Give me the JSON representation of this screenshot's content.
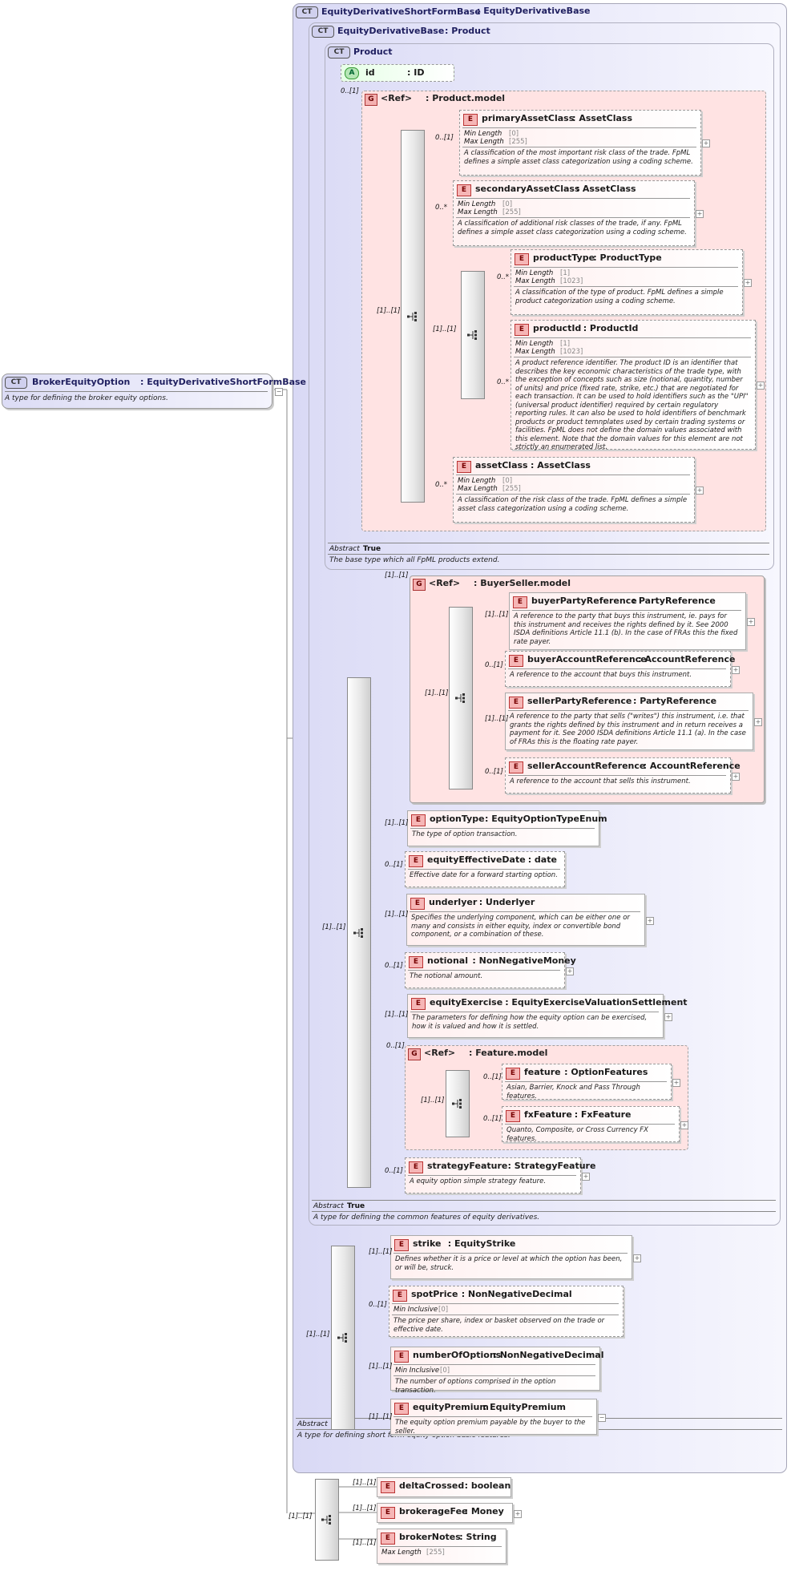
{
  "root": {
    "badge": "CT",
    "name": "BrokerEquityOption",
    "type": "EquityDerivativeShortFormBase",
    "description": "A type for defining the broker equity options."
  },
  "ct_shortform": {
    "badge": "CT",
    "name": "EquityDerivativeShortFormBase",
    "base": "EquityDerivativeBase",
    "abstract_label": "Abstract",
    "abstract_value": "True",
    "description": "A type for defining short form equity option basic features."
  },
  "ct_derivbase": {
    "badge": "CT",
    "name": "EquityDerivativeBase",
    "base": "Product",
    "abstract_label": "Abstract",
    "abstract_value": "True",
    "description": "A type for defining the common features of equity derivatives."
  },
  "ct_product": {
    "badge": "CT",
    "name": "Product",
    "abstract_label": "Abstract",
    "abstract_value": "True",
    "description": "The base type which all FpML products extend."
  },
  "attr_id": {
    "badge": "A",
    "name": "id",
    "type": ": ID"
  },
  "grp_product": {
    "badge": "G",
    "ref": "<Ref>",
    "name": ": Product.model",
    "cardinality": "0..[1]"
  },
  "grp_buyerseller": {
    "badge": "G",
    "ref": "<Ref>",
    "name": ": BuyerSeller.model",
    "cardinality": "[1]..[1]"
  },
  "grp_feature": {
    "badge": "G",
    "ref": "<Ref>",
    "name": ": Feature.model",
    "cardinality": "0..[1]"
  },
  "elements": {
    "primaryAssetClass": {
      "badge": "E",
      "name": "primaryAssetClass",
      "type": ": AssetClass",
      "card": "0..[1]",
      "facets": [
        [
          "Min Length",
          "[0]"
        ],
        [
          "Max Length",
          "[255]"
        ]
      ],
      "desc": "A classification of the most important risk class of the trade. FpML defines a simple asset class categorization using a coding scheme."
    },
    "secondaryAssetClass": {
      "badge": "E",
      "name": "secondaryAssetClass",
      "type": ": AssetClass",
      "card": "0..*",
      "facets": [
        [
          "Min Length",
          "[0]"
        ],
        [
          "Max Length",
          "[255]"
        ]
      ],
      "desc": "A classification of additional risk classes of the trade, if any. FpML defines a simple asset class categorization using a coding scheme."
    },
    "productType": {
      "badge": "E",
      "name": "productType",
      "type": ": ProductType",
      "card": "0..*",
      "facets": [
        [
          "Min Length",
          "[1]"
        ],
        [
          "Max Length",
          "[1023]"
        ]
      ],
      "desc": "A classification of the type of product. FpML defines a simple product categorization using a coding scheme."
    },
    "productId": {
      "badge": "E",
      "name": "productId",
      "type": ": ProductId",
      "card": "0..*",
      "facets": [
        [
          "Min Length",
          "[1]"
        ],
        [
          "Max Length",
          "[1023]"
        ]
      ],
      "desc": "A product reference identifier. The product ID is an identifier that describes the key economic characteristics of the trade type, with the exception of concepts such as size (notional, quantity, number of units) and price (fixed rate, strike, etc.) that are negotiated for each transaction. It can be used to hold identifiers such as the \"UPI\" (universal product identifier) required by certain regulatory reporting rules. It can also be used to hold identifiers of benchmark products or product temnplates used by certain trading systems or facilities. FpML does not define the domain values associated with this element. Note that the domain values for this element are not strictly an enumerated list."
    },
    "assetClass": {
      "badge": "E",
      "name": "assetClass",
      "type": ": AssetClass",
      "card": "0..*",
      "facets": [
        [
          "Min Length",
          "[0]"
        ],
        [
          "Max Length",
          "[255]"
        ]
      ],
      "desc": "A classification of the risk class of the trade. FpML defines a simple asset class categorization using a coding scheme."
    },
    "buyerPartyReference": {
      "badge": "E",
      "name": "buyerPartyReference",
      "type": ": PartyReference",
      "card": "[1]..[1]",
      "desc": "A reference to the party that buys this instrument, ie. pays for this instrument and receives the rights defined by it. See 2000 ISDA definitions Article 11.1 (b). In the case of FRAs this the fixed rate payer."
    },
    "buyerAccountReference": {
      "badge": "E",
      "name": "buyerAccountReference",
      "type": ": AccountReference",
      "card": "0..[1]",
      "desc": "A reference to the account that buys this instrument."
    },
    "sellerPartyReference": {
      "badge": "E",
      "name": "sellerPartyReference",
      "type": ": PartyReference",
      "card": "[1]..[1]",
      "desc": "A reference to the party that sells (\"writes\") this instrument, i.e. that grants the rights defined by this instrument and in return receives a payment for it. See 2000 ISDA definitions Article 11.1 (a). In the case of FRAs this is the floating rate payer."
    },
    "sellerAccountReference": {
      "badge": "E",
      "name": "sellerAccountReference",
      "type": ": AccountReference",
      "card": "0..[1]",
      "desc": "A reference to the account that sells this instrument."
    },
    "optionType": {
      "badge": "E",
      "name": "optionType",
      "type": ": EquityOptionTypeEnum",
      "card": "[1]..[1]",
      "desc": "The type of option transaction."
    },
    "equityEffectiveDate": {
      "badge": "E",
      "name": "equityEffectiveDate",
      "type": ": date",
      "card": "0..[1]",
      "desc": "Effective date for a forward starting option."
    },
    "underlyer": {
      "badge": "E",
      "name": "underlyer",
      "type": ": Underlyer",
      "card": "[1]..[1]",
      "desc": "Specifies the underlying component, which can be either one or many and consists in either equity, index or convertible bond component, or a combination of these."
    },
    "notional": {
      "badge": "E",
      "name": "notional",
      "type": ": NonNegativeMoney",
      "card": "0..[1]",
      "desc": "The notional amount."
    },
    "equityExercise": {
      "badge": "E",
      "name": "equityExercise",
      "type": ": EquityExerciseValuationSettlement",
      "card": "[1]..[1]",
      "desc": "The parameters for defining how the equity option can be exercised, how it is valued and how it is settled."
    },
    "feature": {
      "badge": "E",
      "name": "feature",
      "type": ": OptionFeatures",
      "card": "0..[1]",
      "desc": "Asian, Barrier, Knock and Pass Through features."
    },
    "fxFeature": {
      "badge": "E",
      "name": "fxFeature",
      "type": ": FxFeature",
      "card": "0..[1]",
      "desc": "Quanto, Composite, or Cross Currency FX features."
    },
    "strategyFeature": {
      "badge": "E",
      "name": "strategyFeature",
      "type": ": StrategyFeature",
      "card": "0..[1]",
      "desc": "A equity option simple strategy feature."
    },
    "strike": {
      "badge": "E",
      "name": "strike",
      "type": ": EquityStrike",
      "card": "[1]..[1]",
      "desc": "Defines whether it is a price or level at which the option has been, or will be, struck."
    },
    "spotPrice": {
      "badge": "E",
      "name": "spotPrice",
      "type": ": NonNegativeDecimal",
      "card": "0..[1]",
      "facets": [
        [
          "Min Inclusive",
          "[0]"
        ]
      ],
      "desc": "The price per share, index or basket observed on the trade or effective date."
    },
    "numberOfOptions": {
      "badge": "E",
      "name": "numberOfOptions",
      "type": ": NonNegativeDecimal",
      "card": "[1]..[1]",
      "facets": [
        [
          "Min Inclusive",
          "[0]"
        ]
      ],
      "desc": "The number of options comprised in the option transaction."
    },
    "equityPremium": {
      "badge": "E",
      "name": "equityPremium",
      "type": ": EquityPremium",
      "card": "[1]..[1]",
      "desc": "The equity option premium payable by the buyer to the seller."
    },
    "deltaCrossed": {
      "badge": "E",
      "name": "deltaCrossed",
      "type": ": boolean",
      "card": "[1]..[1]"
    },
    "brokerageFee": {
      "badge": "E",
      "name": "brokerageFee",
      "type": ": Money",
      "card": "[1]..[1]"
    },
    "brokerNotes": {
      "badge": "E",
      "name": "brokerNotes",
      "type": ": String",
      "card": "[1]..[1]",
      "facets": [
        [
          "Max Length",
          "[255]"
        ]
      ]
    }
  },
  "sequences": {
    "product_seq": {
      "card": "[1]..[1]"
    },
    "product_inner_seq": {
      "card": "[1]..[1]"
    },
    "buyerseller_seq": {
      "card": "[1]..[1]"
    },
    "deriv_seq": {
      "card": "[1]..[1]"
    },
    "feature_seq": {
      "card": "[1]..[1]"
    },
    "shortform_seq": {
      "card": "[1]..[1]"
    },
    "broker_seq": {
      "card": "[1]..[1]"
    }
  }
}
